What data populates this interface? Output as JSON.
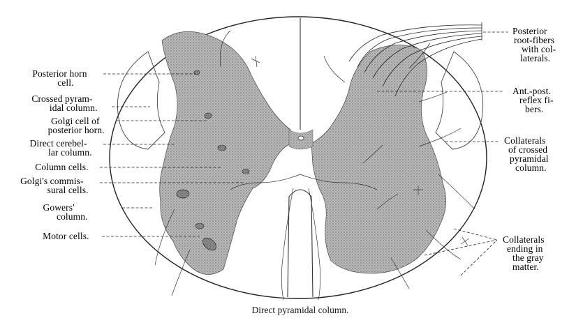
{
  "figure": {
    "caption": "Direct pyramidal column.",
    "left_labels": [
      "Posterior horn\ncell.",
      "Crossed pyram-\nidal column.",
      "Golgi cell of\nposterior horn.",
      "Direct cerebel-\nlar column.",
      "Column cells.",
      "Golgi's commis-\nsural cells.",
      "Gowers'\ncolumn.",
      "Motor cells."
    ],
    "right_labels": [
      "Posterior\nroot-fibers\nwith col-\nlaterals.",
      "Ant.-post.\nreflex fi-\nbers.",
      "Collaterals\nof crossed\npyramidal\ncolumn.",
      "Collaterals\nending in\nthe gray\nmatter."
    ]
  }
}
